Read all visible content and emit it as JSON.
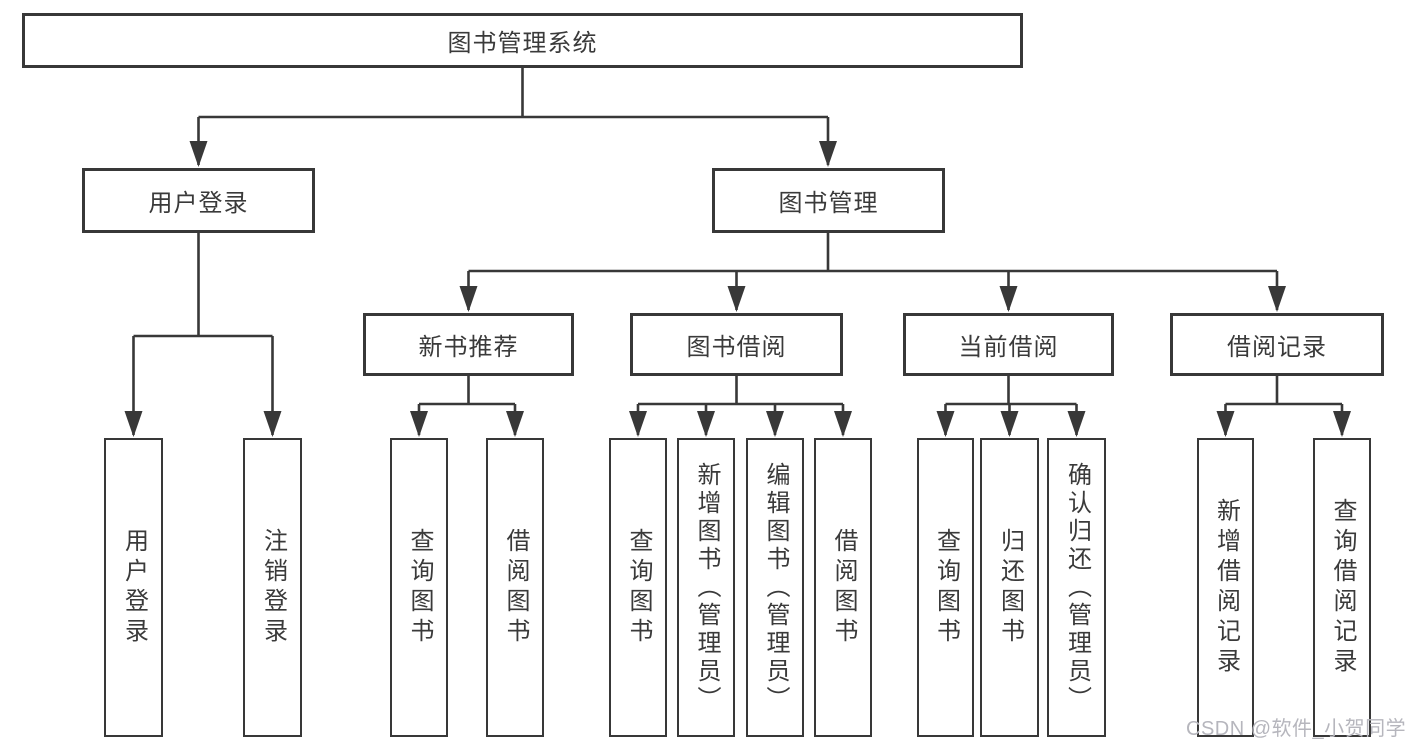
{
  "diagram": {
    "root": {
      "label": "图书管理系统"
    },
    "branches": [
      {
        "label": "用户登录",
        "leaves": [
          "用户登录",
          "注销登录"
        ]
      },
      {
        "label": "图书管理",
        "groups": [
          {
            "label": "新书推荐",
            "leaves": [
              "查询图书",
              "借阅图书"
            ]
          },
          {
            "label": "图书借阅",
            "leaves": [
              "查询图书",
              "新增图书（管理员）",
              "编辑图书（管理员）",
              "借阅图书"
            ]
          },
          {
            "label": "当前借阅",
            "leaves": [
              "查询图书",
              "归还图书",
              "确认归还（管理员）"
            ]
          },
          {
            "label": "借阅记录",
            "leaves": [
              "新增借阅记录",
              "查询借阅记录"
            ]
          }
        ]
      }
    ]
  },
  "watermark": {
    "text": "CSDN @软件_小贺同学"
  },
  "colors": {
    "line": "#383838",
    "text": "#3a3a3a",
    "background": "#ffffff",
    "watermark": "#b6b6bd"
  }
}
